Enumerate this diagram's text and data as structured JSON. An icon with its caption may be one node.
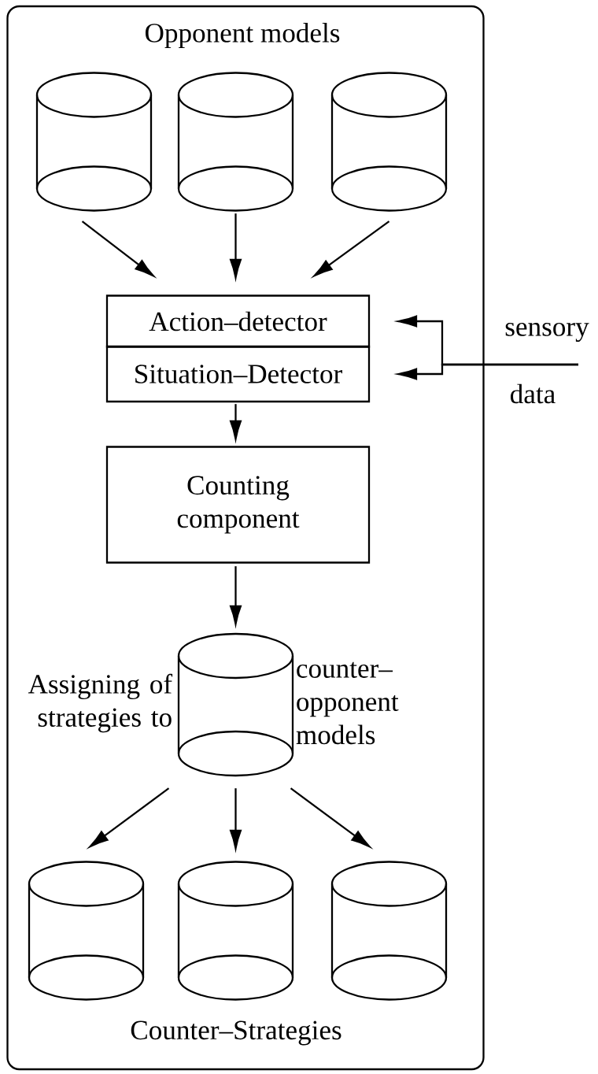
{
  "diagram": {
    "nodes": [
      {
        "text": [
          "Opponent models",
          "Counter–Strategies"
        ]
      },
      {
        "text": [],
        "shape": "cylinder",
        "in": 0
      },
      {
        "text": [],
        "shape": "cylinder",
        "in": 0
      },
      {
        "text": [],
        "shape": "cylinder",
        "in": 0
      },
      {
        "text": [
          "Action–detector"
        ],
        "in": 0
      },
      {
        "text": [
          "Situation–Detector"
        ],
        "in": 0
      },
      {
        "text": [
          "Counting component"
        ],
        "in": 0
      },
      {
        "text": [],
        "shape": "cylinder",
        "in": 0,
        "beside": [
          "Assigning of strategies to",
          "counter– opponent models"
        ]
      },
      {
        "text": [],
        "shape": "cylinder",
        "in": 0
      },
      {
        "text": [],
        "shape": "cylinder",
        "in": 0
      },
      {
        "text": [],
        "shape": "cylinder",
        "in": 0
      }
    ],
    "edges": [
      {
        "from": 1,
        "to": 4,
        "arrow": "to"
      },
      {
        "from": 2,
        "to": 4,
        "arrow": "to"
      },
      {
        "from": 3,
        "to": 4,
        "arrow": "to"
      },
      {
        "from": 5,
        "to": 6,
        "arrow": "to"
      },
      {
        "from": 6,
        "to": 7,
        "arrow": "to"
      },
      {
        "from": 7,
        "to": 8,
        "arrow": "to"
      },
      {
        "from": 7,
        "to": 9,
        "arrow": "to"
      },
      {
        "from": 7,
        "to": 10,
        "arrow": "to"
      },
      {
        "from": null,
        "to": 4,
        "arrow": "to"
      },
      {
        "from": null,
        "to": 5,
        "arrow": "to"
      }
    ],
    "labels": [
      "sensory",
      "data"
    ]
  }
}
